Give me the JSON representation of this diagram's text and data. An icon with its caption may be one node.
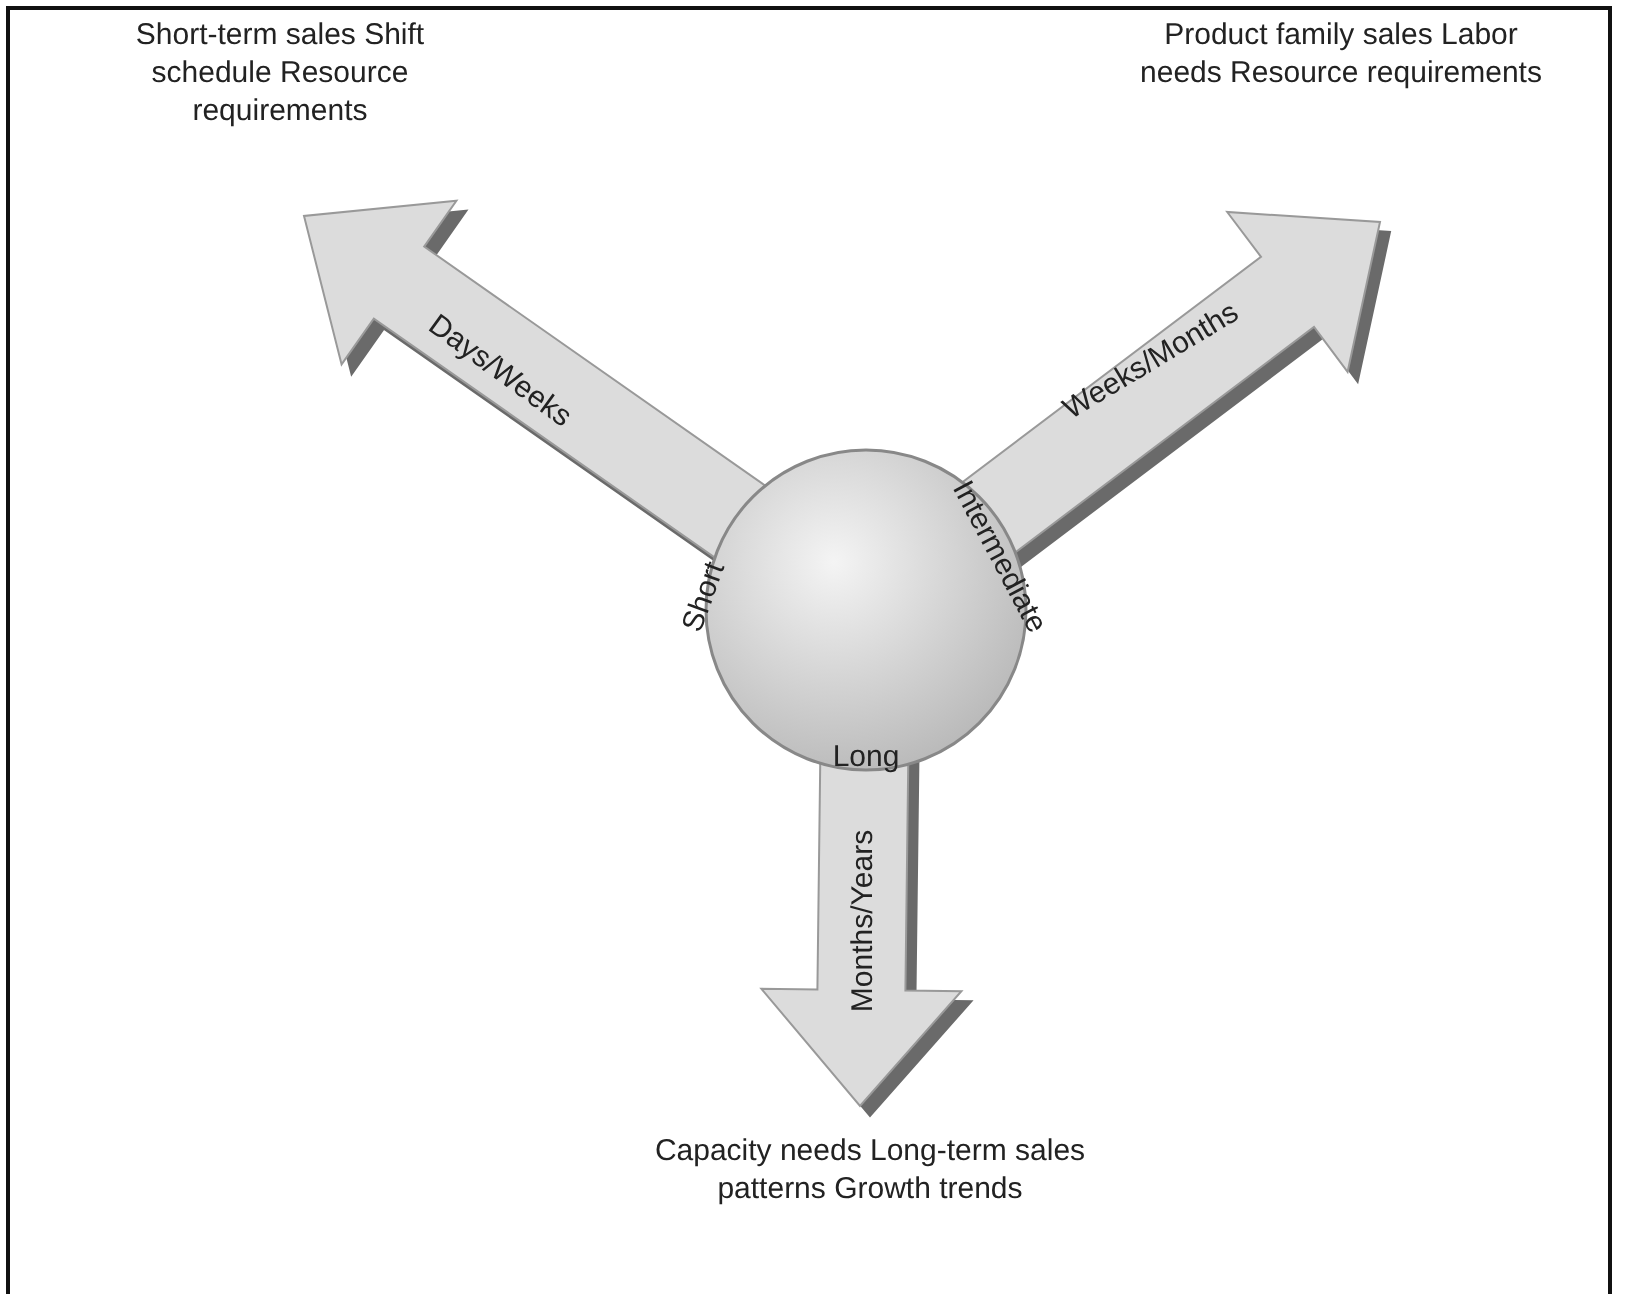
{
  "diagram": {
    "nodes": [
      {
        "text": [
          "Short",
          "Intermediate",
          "Long"
        ]
      },
      {
        "text": [
          "Short-term sales Shift schedule Resource requirements"
        ]
      },
      {
        "text": [
          "Product family sales Labor needs Resource requirements"
        ]
      },
      {
        "text": [
          "Capacity needs Long-term sales patterns Growth trends"
        ]
      }
    ],
    "edges": [
      {
        "from": 0,
        "to": 1,
        "arrow": "to",
        "label": "Days/Weeks",
        "style": "thick"
      },
      {
        "from": 0,
        "to": 2,
        "arrow": "to",
        "label": "Weeks/Months",
        "style": "thick"
      },
      {
        "from": 0,
        "to": 3,
        "arrow": "to",
        "label": "Months/Years",
        "style": "thick"
      }
    ]
  }
}
